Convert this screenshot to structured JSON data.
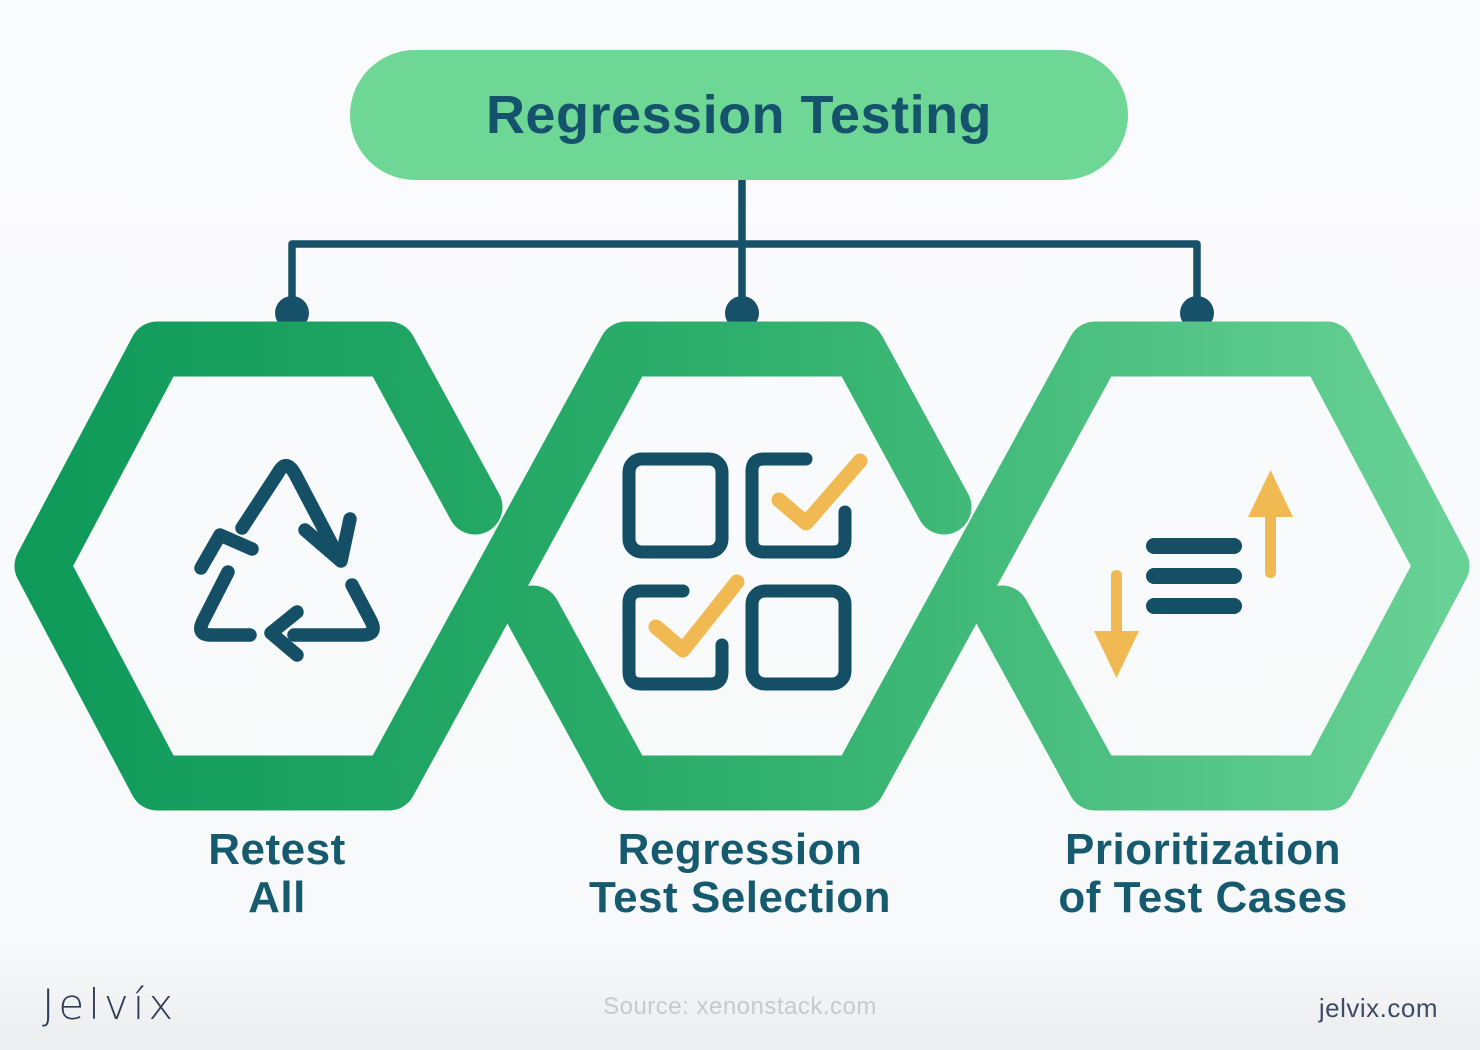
{
  "title": "Regression Testing",
  "nodes": [
    {
      "icon": "recycle-icon",
      "lines": [
        "Retest",
        "All"
      ]
    },
    {
      "icon": "checkboxes-icon",
      "lines": [
        "Regression",
        "Test Selection"
      ]
    },
    {
      "icon": "sort-arrows-icon",
      "lines": [
        "Prioritization",
        "of Test Cases"
      ]
    }
  ],
  "footer": {
    "brand": "Jelvíx",
    "source": "Source: xenonstack.com",
    "website": "jelvix.com"
  },
  "colors": {
    "pill_green": "#6FD795",
    "hex_gradient_start": "#0F9A5A",
    "hex_gradient_end": "#68D195",
    "teal_dark": "#14536B",
    "icon_teal": "#144F66",
    "accent_yellow": "#F0B952",
    "connector_teal": "#175169",
    "footer_gray": "#C6C9CD",
    "footer_dark": "#3E4B64",
    "background": "#F8F9FA"
  }
}
